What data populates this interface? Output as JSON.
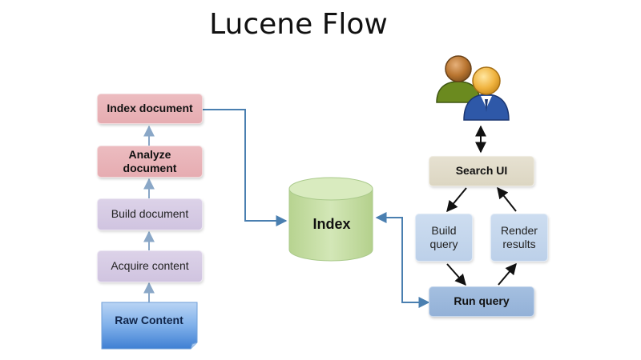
{
  "title": "Lucene Flow",
  "indexing": {
    "index_document": "Index document",
    "analyze_document": [
      "Analyze",
      "document"
    ],
    "build_document": "Build document",
    "acquire_content": "Acquire content",
    "raw_content": "Raw Content"
  },
  "index": {
    "label": "Index"
  },
  "search": {
    "search_ui": "Search UI",
    "build_query": [
      "Build",
      "query"
    ],
    "render_results": [
      "Render",
      "results"
    ],
    "run_query": "Run query"
  },
  "icons": {
    "users": "users-icon"
  },
  "colors": {
    "indexing_stage": "#e6acb1",
    "content_stage": "#d0c4e0",
    "search_ui": "#dcd6c2",
    "query_box": "#bcd0e9",
    "run_query": "#93b1d7",
    "index_cylinder": "#c7dfa7",
    "raw_content": "#4a87d6",
    "connector": "#4a7fb0"
  }
}
